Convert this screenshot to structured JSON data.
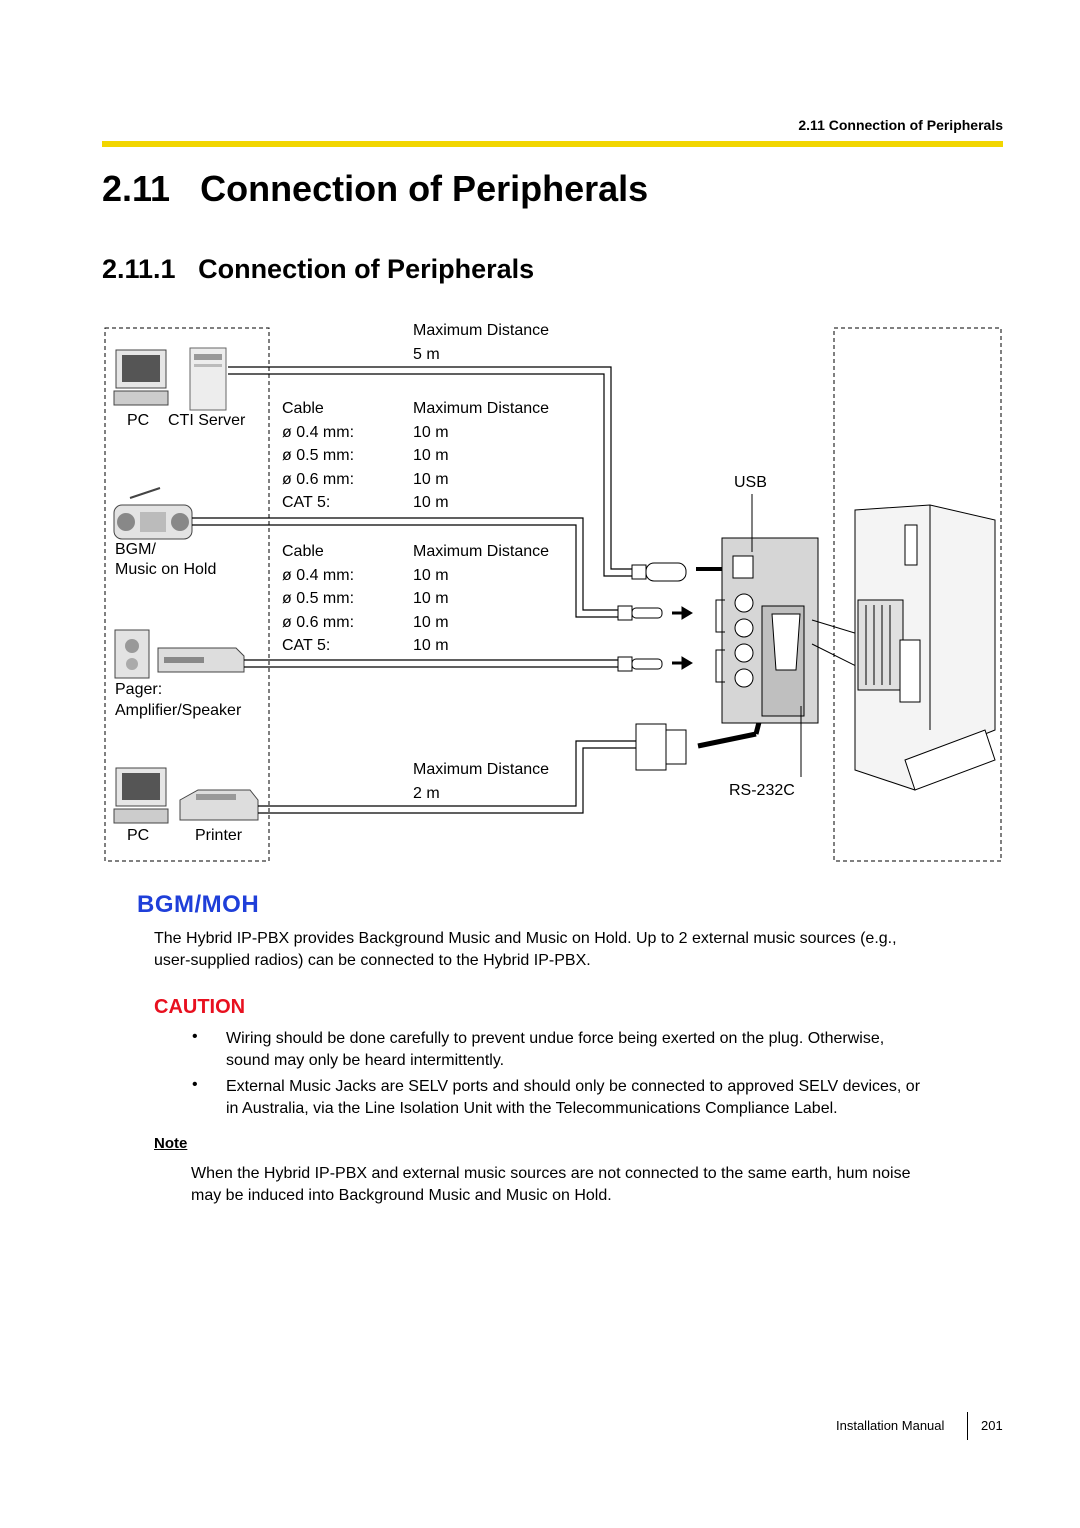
{
  "running_header": "2.11 Connection of Peripherals",
  "section_heading": "2.11   Connection of Peripherals",
  "subsection_heading": "2.11.1   Connection of Peripherals",
  "diagram": {
    "labels": {
      "pc": "PC",
      "cti_server": "CTI Server",
      "bgm": "BGM/",
      "music_on_hold": "Music on Hold",
      "pager": "Pager:",
      "amplifier_speaker": "Amplifier/Speaker",
      "pc2": "PC",
      "printer": "Printer",
      "usb": "USB",
      "rs232c": "RS-232C"
    },
    "usb_spec": {
      "title": "Maximum Distance",
      "value": "5 m"
    },
    "bgm_table": {
      "col1": "Cable",
      "col2": "Maximum Distance",
      "rows": [
        {
          "cable": "ø 0.4 mm:",
          "dist": "10 m"
        },
        {
          "cable": "ø 0.5 mm:",
          "dist": "10 m"
        },
        {
          "cable": "ø 0.6 mm:",
          "dist": "10 m"
        },
        {
          "cable": "CAT 5:",
          "dist": "10 m"
        }
      ]
    },
    "pager_table": {
      "col1": "Cable",
      "col2": "Maximum Distance",
      "rows": [
        {
          "cable": "ø 0.4 mm:",
          "dist": "10 m"
        },
        {
          "cable": "ø 0.5 mm:",
          "dist": "10 m"
        },
        {
          "cable": "ø 0.6 mm:",
          "dist": "10 m"
        },
        {
          "cable": "CAT 5:",
          "dist": "10 m"
        }
      ]
    },
    "rs232_spec": {
      "title": "Maximum Distance",
      "value": "2 m"
    }
  },
  "bgm_section": {
    "title": "BGM/MOH",
    "intro_line1": "The Hybrid IP-PBX provides Background Music and Music on Hold. Up to 2 external music sources (e.g.,",
    "intro_line2": "user-supplied radios) can be connected to the Hybrid IP-PBX."
  },
  "caution": {
    "label": "CAUTION",
    "bullet_symbol": "•",
    "items": [
      {
        "line1": "Wiring should be done carefully to prevent undue force being exerted on the plug. Otherwise,",
        "line2": "sound may only be heard intermittently."
      },
      {
        "line1": "External Music Jacks are SELV ports and should only be connected to approved SELV devices, or",
        "line2": "in Australia, via the Line Isolation Unit with the Telecommunications Compliance Label."
      }
    ]
  },
  "note": {
    "label": "Note",
    "line1": "When the Hybrid IP-PBX and external music sources are not connected to the same earth, hum noise",
    "line2": "may be induced into Background Music and Music on Hold."
  },
  "footer": {
    "manual": "Installation Manual",
    "page": "201"
  },
  "colors": {
    "header_bar": "#f2d600",
    "section_blue": "#1f3fd9",
    "caution_red": "#e8101f"
  }
}
